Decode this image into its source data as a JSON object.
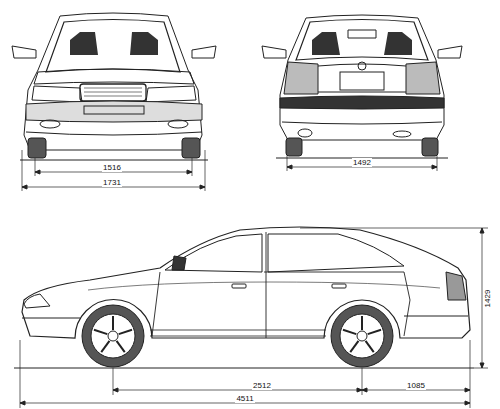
{
  "diagram": {
    "labels": [
      "1516",
      "1731",
      "1492",
      "2512",
      "1085",
      "4511",
      "1429"
    ]
  }
}
